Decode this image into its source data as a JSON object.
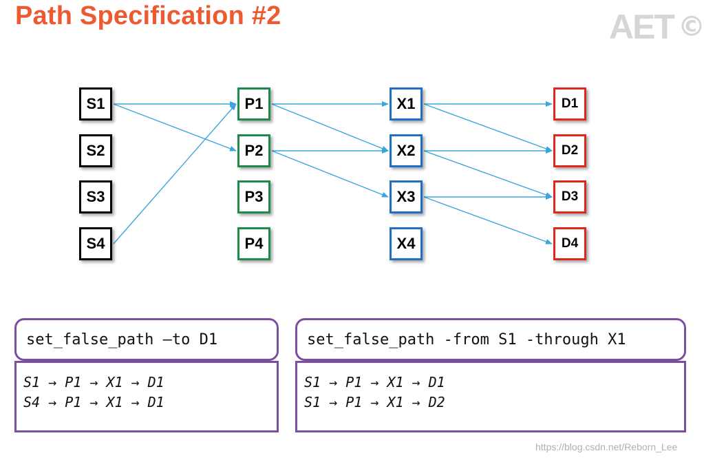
{
  "title": "Path Specification #2",
  "logo": {
    "text": "AET",
    "mark": "©"
  },
  "nodes": {
    "S1": "S1",
    "S2": "S2",
    "S3": "S3",
    "S4": "S4",
    "P1": "P1",
    "P2": "P2",
    "P3": "P3",
    "P4": "P4",
    "X1": "X1",
    "X2": "X2",
    "X3": "X3",
    "X4": "X4",
    "D1": "D1",
    "D2": "D2",
    "D3": "D3",
    "D4": "D4"
  },
  "edges": [
    [
      "S1",
      "P1"
    ],
    [
      "S1",
      "P2"
    ],
    [
      "S4",
      "P1"
    ],
    [
      "P1",
      "X1"
    ],
    [
      "P1",
      "X2"
    ],
    [
      "P2",
      "X2"
    ],
    [
      "P2",
      "X3"
    ],
    [
      "X1",
      "D1"
    ],
    [
      "X1",
      "D2"
    ],
    [
      "X2",
      "D2"
    ],
    [
      "X2",
      "D3"
    ],
    [
      "X3",
      "D3"
    ],
    [
      "X3",
      "D4"
    ]
  ],
  "colors": {
    "title": "#ee5a30",
    "S": "#000000",
    "P": "#1e8a4a",
    "X": "#1f6fc5",
    "D": "#e0261d",
    "arrow": "#3aa6dc",
    "box": "#7a4fa0"
  },
  "commands": [
    {
      "text": "set_false_path –to D1",
      "paths": [
        "S1 → P1 → X1 → D1",
        "S4 → P1 → X1 → D1"
      ]
    },
    {
      "text": "set_false_path -from S1 -through X1",
      "paths": [
        "S1 → P1 → X1 → D1",
        "S1 → P1 → X1 → D2"
      ]
    }
  ],
  "watermark": "https://blog.csdn.net/Reborn_Lee"
}
